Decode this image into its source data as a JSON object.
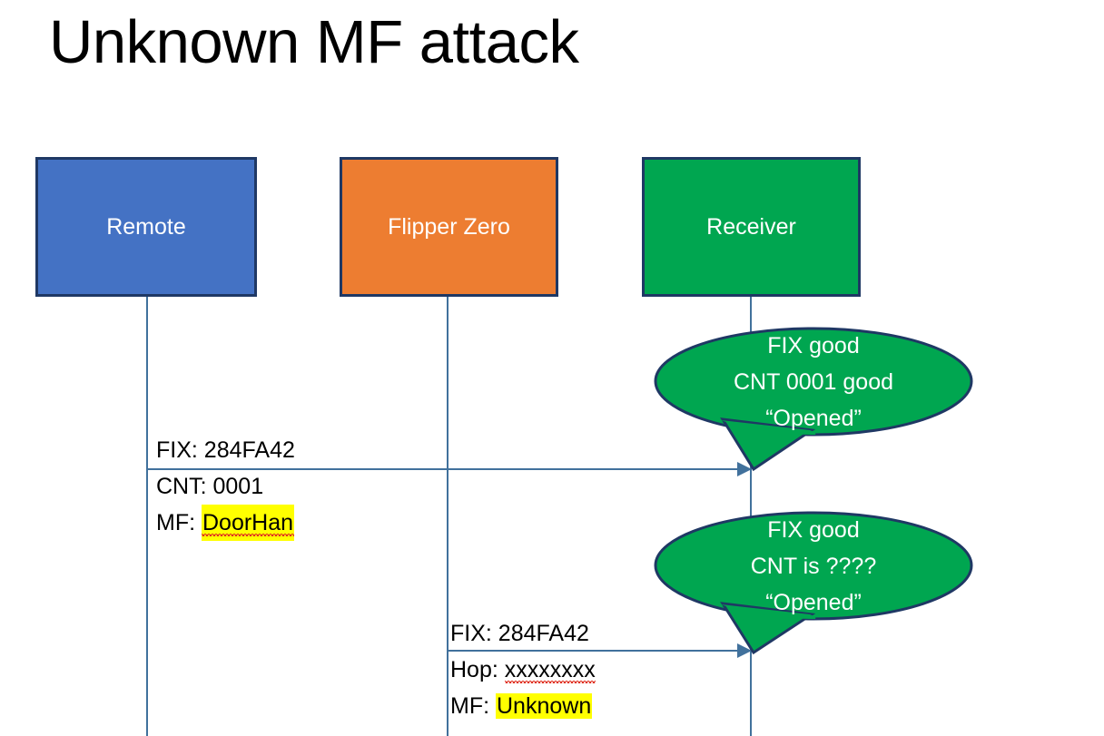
{
  "slide": {
    "title": "Unknown MF attack",
    "background": "#ffffff"
  },
  "colors": {
    "remote_box": "#4472C4",
    "flipper_box": "#ED7D31",
    "receiver_box": "#00A650",
    "box_border": "#1F3864",
    "lifeline": "#41719C",
    "arrow": "#41719C",
    "callout_fill": "#00A650",
    "callout_border": "#1F3864",
    "highlight": "#FFFF00",
    "spellcheck_underline": "#E03020"
  },
  "actors": [
    {
      "id": "remote",
      "label": "Remote"
    },
    {
      "id": "flipper",
      "label": "Flipper Zero"
    },
    {
      "id": "receiver",
      "label": "Receiver"
    }
  ],
  "messages": [
    {
      "id": "msg-1",
      "from": "remote",
      "to": "receiver",
      "lines": [
        {
          "label": "FIX: ",
          "value": "284FA42",
          "highlight": false,
          "squiggle": false
        },
        {
          "label": "CNT: ",
          "value": "0001",
          "highlight": false,
          "squiggle": false
        },
        {
          "label": "MF: ",
          "value": "DoorHan",
          "highlight": true,
          "squiggle": true
        }
      ]
    },
    {
      "id": "msg-2",
      "from": "flipper",
      "to": "receiver",
      "lines": [
        {
          "label": "FIX: ",
          "value": "284FA42",
          "highlight": false,
          "squiggle": false
        },
        {
          "label": "Hop: ",
          "value": "xxxxxxxx",
          "highlight": false,
          "squiggle": true
        },
        {
          "label": "MF: ",
          "value": "Unknown",
          "highlight": true,
          "squiggle": false
        }
      ]
    }
  ],
  "callouts": [
    {
      "id": "callout-1",
      "anchor": "receiver",
      "lines": [
        "FIX good",
        "CNT 0001 good",
        "“Opened”"
      ]
    },
    {
      "id": "callout-2",
      "anchor": "receiver",
      "lines": [
        "FIX good",
        "CNT is ????",
        "“Opened”"
      ]
    }
  ]
}
